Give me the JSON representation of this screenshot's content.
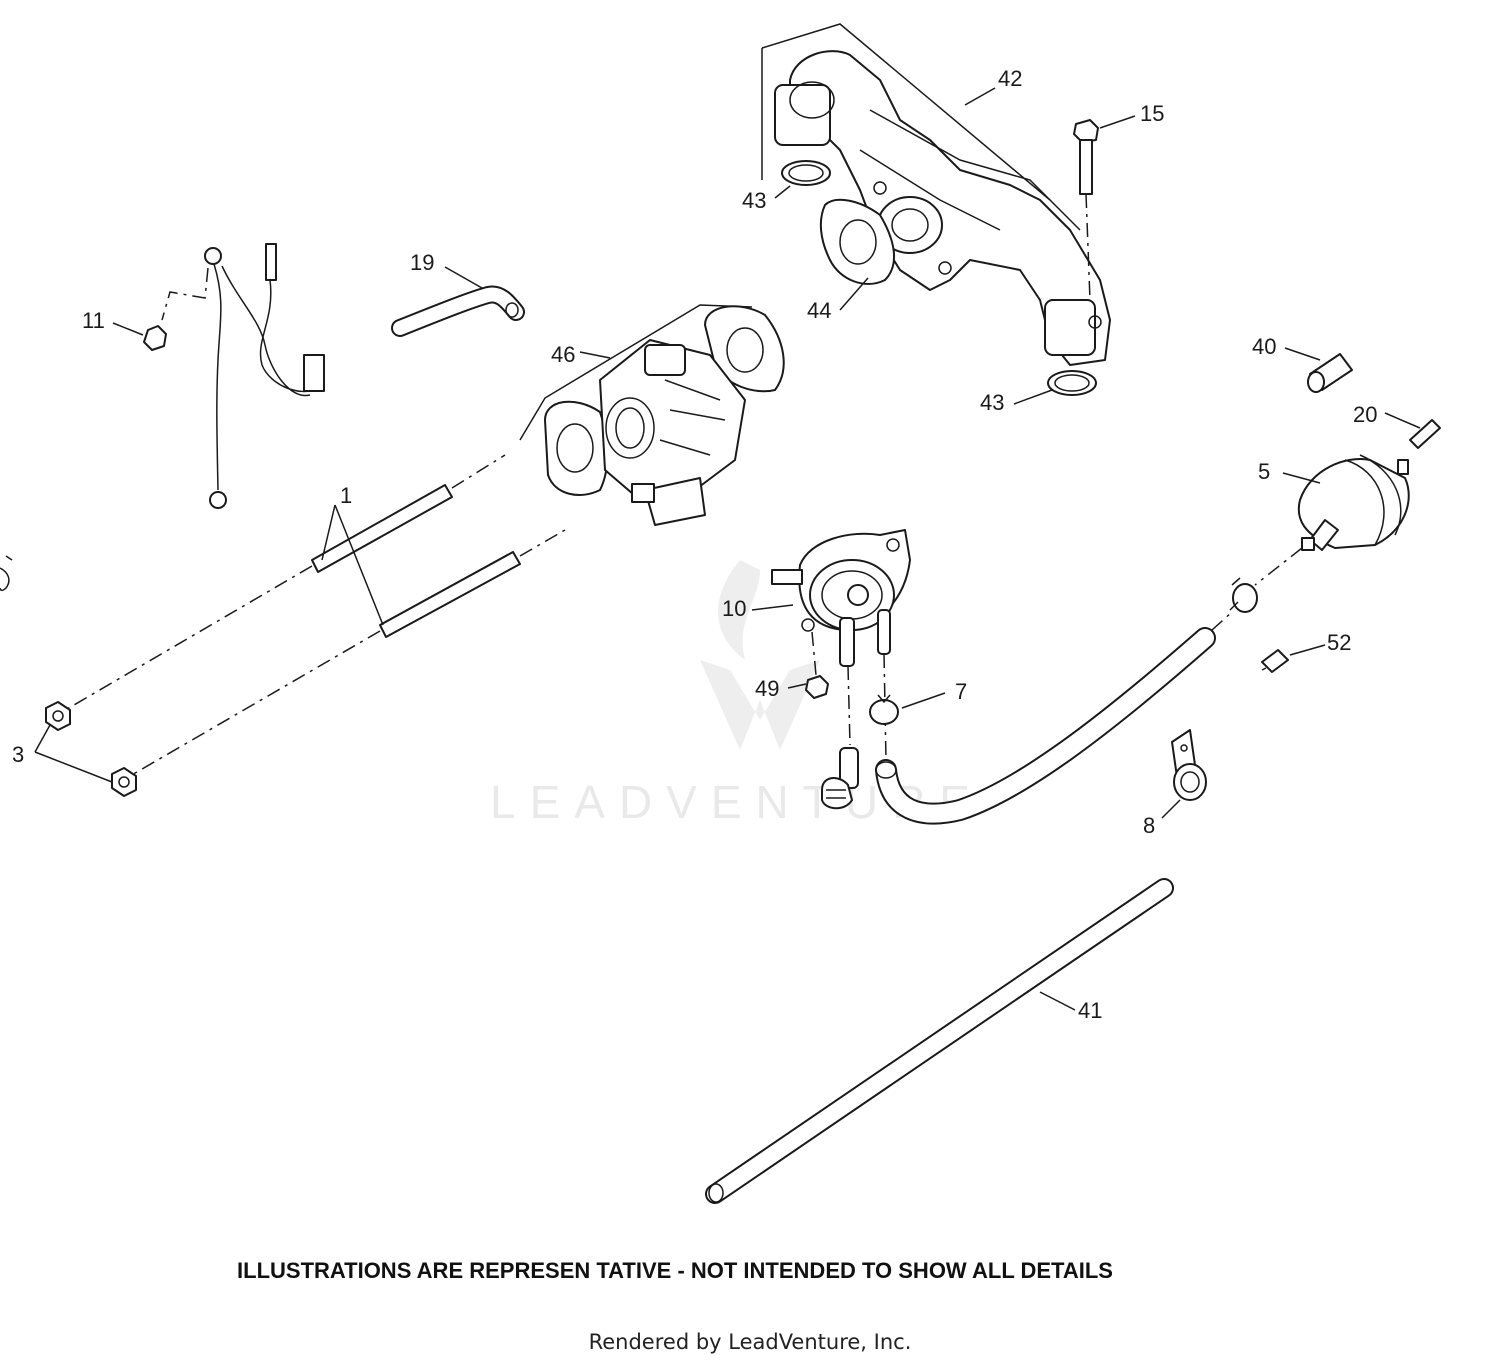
{
  "watermark": {
    "text": "LEADVENTURE"
  },
  "callouts": {
    "c42": "42",
    "c15": "15",
    "c43a": "43",
    "c43b": "43",
    "c44": "44",
    "c19": "19",
    "c11": "11",
    "c46": "46",
    "c1": "1",
    "c40": "40",
    "c20": "20",
    "c5": "5",
    "c10": "10",
    "c52": "52",
    "c49": "49",
    "c7": "7",
    "c3": "3",
    "c8": "8",
    "c41": "41"
  },
  "footer": {
    "disclaimer": "ILLUSTRATIONS ARE REPRESEN TATIVE - NOT INTENDED TO SHOW ALL DETAILS",
    "rendered_by": "Rendered by LeadVenture, Inc."
  }
}
